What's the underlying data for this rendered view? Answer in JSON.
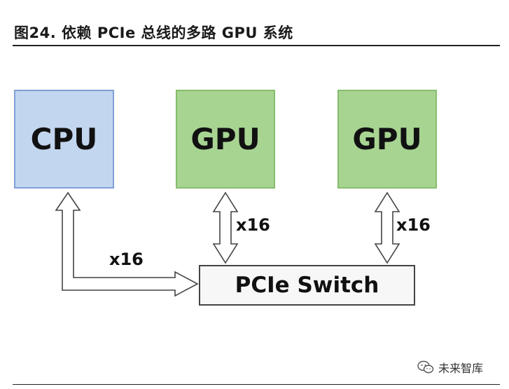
{
  "figure": {
    "title": "图24. 依赖 PCIe 总线的多路 GPU 系统"
  },
  "diagram": {
    "cpu_label": "CPU",
    "gpu_labels": [
      "GPU",
      "GPU"
    ],
    "switch_label": "PCIe Switch",
    "links": [
      {
        "from": "CPU",
        "to": "PCIe Switch",
        "label": "x16"
      },
      {
        "from": "GPU",
        "to": "PCIe Switch",
        "label": "x16"
      },
      {
        "from": "GPU",
        "to": "PCIe Switch",
        "label": "x16"
      }
    ]
  },
  "watermark": {
    "text": "未来智库",
    "icon": "wechat-icon"
  },
  "colors": {
    "cpu_fill": "#c3d6ef",
    "gpu_fill": "#a8d492",
    "switch_fill": "#f7f7f7"
  }
}
